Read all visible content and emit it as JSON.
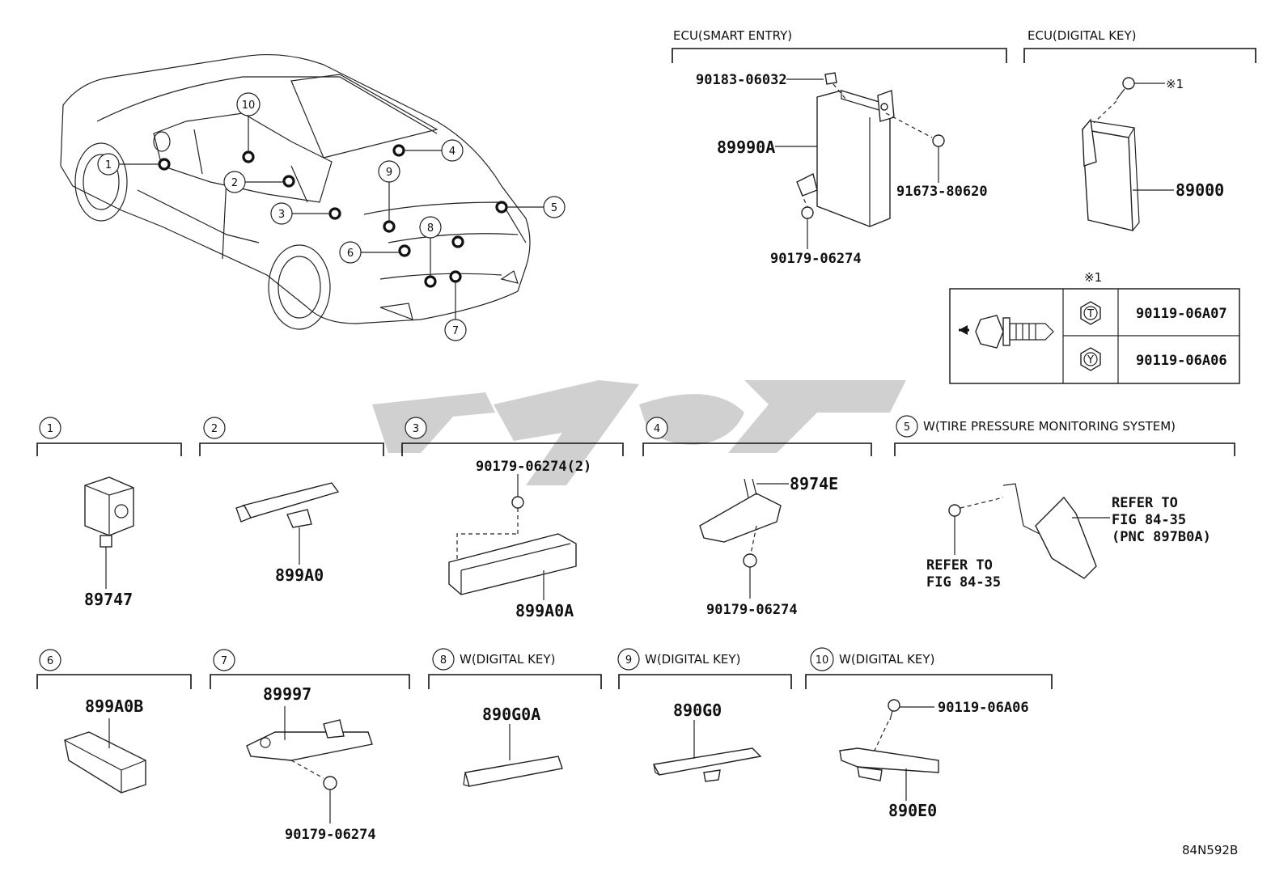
{
  "diagram_code": "84N592B",
  "watermark_color": "#c8c8c8",
  "sections": {
    "ecu_smart_entry": {
      "header": "ECU(SMART ENTRY)",
      "parts": [
        "90183-06032",
        "89990A",
        "91673-80620",
        "90179-06274"
      ]
    },
    "ecu_digital_key": {
      "header": "ECU(DIGITAL KEY)",
      "note_ref": "※1",
      "part": "89000"
    },
    "note_table": {
      "header": "※1",
      "rows": [
        {
          "mark": "T",
          "part": "90119-06A07"
        },
        {
          "mark": "Y",
          "part": "90119-06A06"
        }
      ]
    },
    "s1": {
      "num": "1",
      "header": "",
      "part": "89747"
    },
    "s2": {
      "num": "2",
      "header": "",
      "part": "899A0"
    },
    "s3": {
      "num": "3",
      "header": "",
      "parts": [
        "90179-06274(2)",
        "899A0A"
      ]
    },
    "s4": {
      "num": "4",
      "header": "",
      "parts": [
        "8974E",
        "90179-06274"
      ]
    },
    "s5": {
      "num": "5",
      "header": "W(TIRE PRESSURE MONITORING SYSTEM)",
      "ref_right": [
        "REFER TO",
        "FIG 84-35",
        "(PNC 897B0A)"
      ],
      "ref_left": [
        "REFER TO",
        "FIG 84-35"
      ]
    },
    "s6": {
      "num": "6",
      "header": "",
      "part": "899A0B"
    },
    "s7": {
      "num": "7",
      "header": "",
      "parts": [
        "89997",
        "90179-06274"
      ]
    },
    "s8": {
      "num": "8",
      "header": "W(DIGITAL KEY)",
      "part": "890G0A"
    },
    "s9": {
      "num": "9",
      "header": "W(DIGITAL KEY)",
      "part": "890G0"
    },
    "s10": {
      "num": "10",
      "header": "W(DIGITAL KEY)",
      "parts": [
        "90119-06A06",
        "890E0"
      ]
    }
  },
  "car_callouts": [
    "1",
    "2",
    "3",
    "4",
    "5",
    "6",
    "7",
    "8",
    "9",
    "10"
  ]
}
